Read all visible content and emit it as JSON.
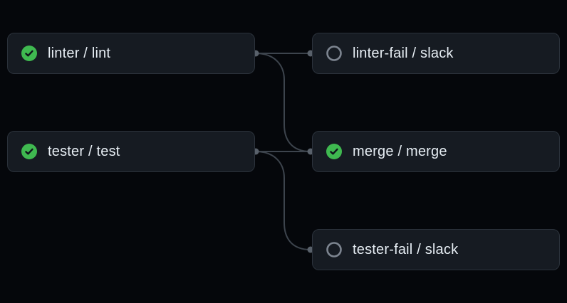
{
  "colors": {
    "background": "#05070b",
    "node_background": "#161b22",
    "node_border": "#2b323b",
    "edge_line": "#3d444d",
    "connector_dot": "#59616b",
    "success_green": "#3fb950",
    "check_mark_dark": "#10151c",
    "skipped_ring_gray": "#7d8590",
    "label_text": "#e6edf3"
  },
  "nodes": [
    {
      "id": "linter-lint",
      "label": "linter / lint",
      "status": "success",
      "status_icon": "check-circle-icon",
      "col": 0,
      "row": 0
    },
    {
      "id": "tester-test",
      "label": "tester / test",
      "status": "success",
      "status_icon": "check-circle-icon",
      "col": 0,
      "row": 1
    },
    {
      "id": "linter-fail-slack",
      "label": "linter-fail / slack",
      "status": "skipped",
      "status_icon": "skipped-circle-icon",
      "col": 1,
      "row": 0
    },
    {
      "id": "merge-merge",
      "label": "merge / merge",
      "status": "success",
      "status_icon": "check-circle-icon",
      "col": 1,
      "row": 1
    },
    {
      "id": "tester-fail-slack",
      "label": "tester-fail / slack",
      "status": "skipped",
      "status_icon": "skipped-circle-icon",
      "col": 1,
      "row": 2
    }
  ],
  "edges": [
    {
      "from": "linter-lint",
      "to": "linter-fail-slack"
    },
    {
      "from": "linter-lint",
      "to": "merge-merge"
    },
    {
      "from": "tester-test",
      "to": "merge-merge"
    },
    {
      "from": "tester-test",
      "to": "tester-fail-slack"
    }
  ]
}
